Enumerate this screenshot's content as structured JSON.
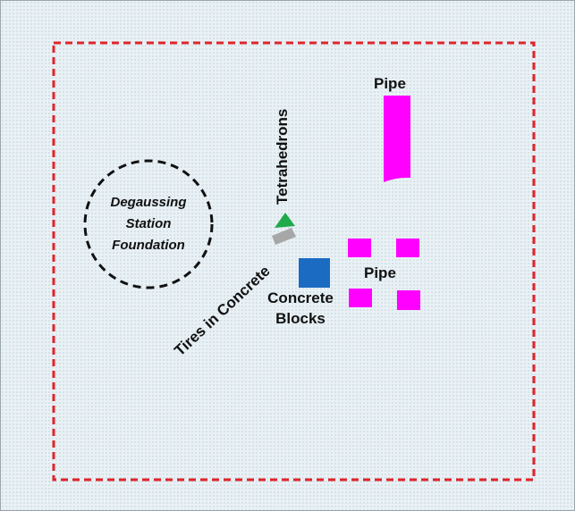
{
  "labels": {
    "pipe_top": "Pipe",
    "pipe_mid": "Pipe",
    "tetrahedrons": "Tetrahedrons",
    "tires": "Tires in Concrete",
    "concrete_line1": "Concrete",
    "concrete_line2": "Blocks",
    "foundation_line1": "Degaussing",
    "foundation_line2": "Station",
    "foundation_line3": "Foundation"
  },
  "colors": {
    "boundary": "#e0242b",
    "pipe": "#ff00ff",
    "concrete_block": "#1b6bc2",
    "tetrahedron": "#1faa4a",
    "tires": "#a7a7a7",
    "foundation_outline": "#111111",
    "background": "#e9f1f5"
  }
}
